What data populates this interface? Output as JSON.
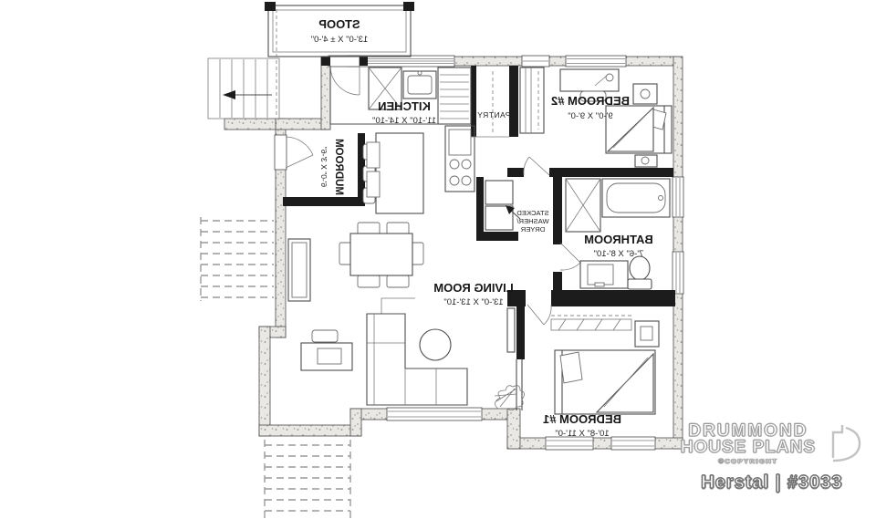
{
  "plan": {
    "orientation": "mirrored",
    "rooms": {
      "stoop": {
        "name": "STOOP",
        "dims": "13'-0\" X ± 4'-0\""
      },
      "mudroom": {
        "name": "MUDROOM",
        "dims": "6'-0\" X 3'-6\""
      },
      "kitchen": {
        "name": "KITCHEN",
        "dims": "11'-10\" X 14'-10\""
      },
      "pantry": {
        "name": "PANTRY"
      },
      "bedroom2": {
        "name": "BEDROOM #2",
        "dims": "9'-0\" X 9'-0\""
      },
      "bathroom": {
        "name": "BATHROOM",
        "dims": "7'-6\" X 8'-10\""
      },
      "living_room": {
        "name": "LIVING ROOM",
        "dims": "13'-0\" X 13'-10\""
      },
      "bedroom1": {
        "name": "BEDROOM #1",
        "dims": "10'-8\" X 11'-0\""
      }
    },
    "labels": {
      "laundry_line1": "STACKED",
      "laundry_line2": "WASHER/",
      "laundry_line3": "DRYER"
    }
  },
  "brand": {
    "company_line1": "DRUMMOND",
    "company_line2": "HOUSE PLANS",
    "copyright": "©COPYRIGHT",
    "plan_title": "Herstal | #3033"
  },
  "colors": {
    "interior_wall": "#1c1c1c",
    "exterior_wall_fill": "#e9e8e5",
    "line": "#4d4d4d",
    "background": "#ffffff"
  }
}
